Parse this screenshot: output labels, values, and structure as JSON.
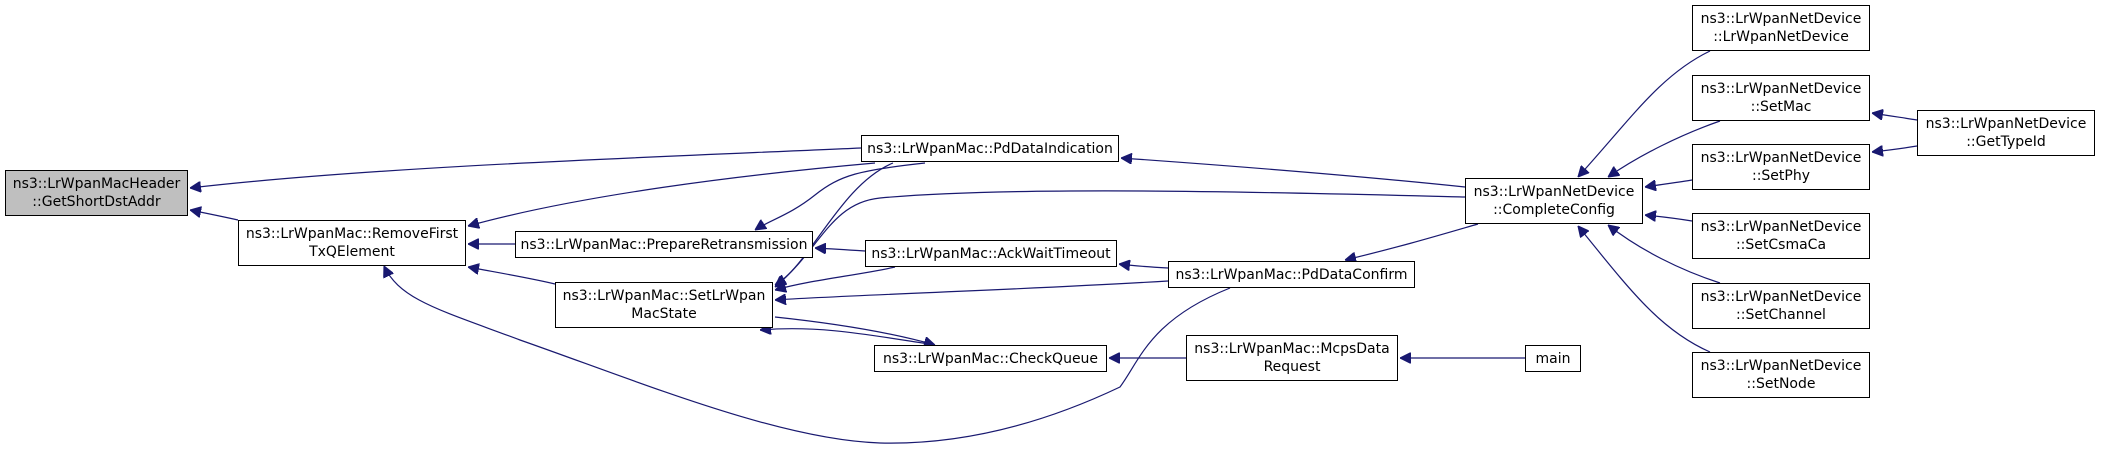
{
  "graph": {
    "edge_color": "#191970",
    "root_fill": "#bfbfbf",
    "nodes": {
      "get_short_dst_addr": [
        "ns3::LrWpanMacHeader",
        "::GetShortDstAddr"
      ],
      "remove_first_txq": [
        "ns3::LrWpanMac::RemoveFirst",
        "TxQElement"
      ],
      "pd_data_indication": [
        "ns3::LrWpanMac::PdDataIndication"
      ],
      "prepare_retransmission": [
        "ns3::LrWpanMac::PrepareRetransmission"
      ],
      "set_lrwpan_mac_state": [
        "ns3::LrWpanMac::SetLrWpan",
        "MacState"
      ],
      "ack_wait_timeout": [
        "ns3::LrWpanMac::AckWaitTimeout"
      ],
      "check_queue": [
        "ns3::LrWpanMac::CheckQueue"
      ],
      "pd_data_confirm": [
        "ns3::LrWpanMac::PdDataConfirm"
      ],
      "mcps_data_request": [
        "ns3::LrWpanMac::McpsData",
        "Request"
      ],
      "main": [
        "main"
      ],
      "complete_config": [
        "ns3::LrWpanNetDevice",
        "::CompleteConfig"
      ],
      "net_device_ctor": [
        "ns3::LrWpanNetDevice",
        "::LrWpanNetDevice"
      ],
      "set_mac": [
        "ns3::LrWpanNetDevice",
        "::SetMac"
      ],
      "set_phy": [
        "ns3::LrWpanNetDevice",
        "::SetPhy"
      ],
      "set_csma_ca": [
        "ns3::LrWpanNetDevice",
        "::SetCsmaCa"
      ],
      "set_channel": [
        "ns3::LrWpanNetDevice",
        "::SetChannel"
      ],
      "set_node": [
        "ns3::LrWpanNetDevice",
        "::SetNode"
      ],
      "get_type_id": [
        "ns3::LrWpanNetDevice",
        "::GetTypeId"
      ]
    }
  }
}
